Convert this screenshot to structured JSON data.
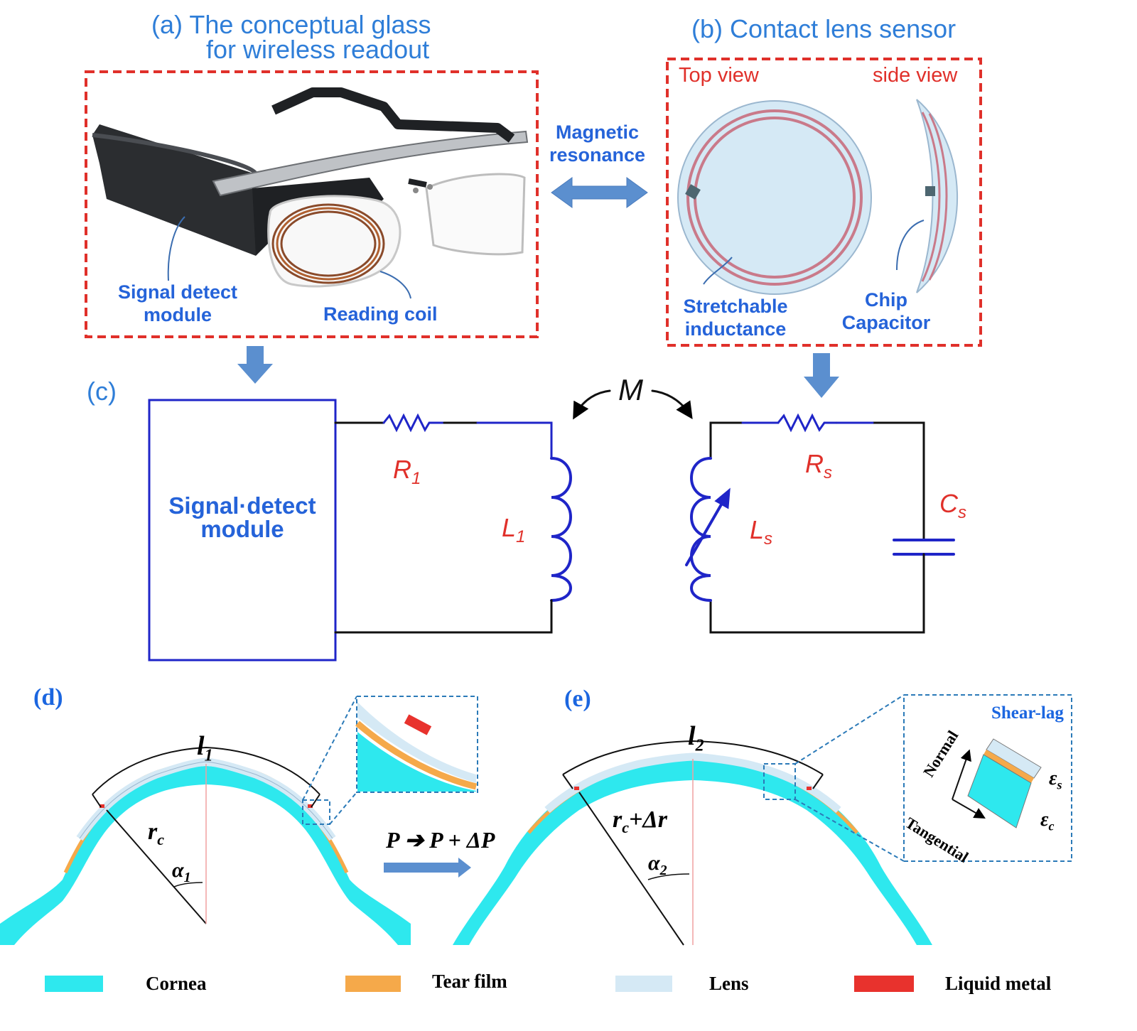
{
  "panel_a": {
    "title_line1": "(a) The conceptual glass",
    "title_line2": "for wireless readout",
    "label_signal_line1": "Signal detect",
    "label_signal_line2": "module",
    "label_coil": "Reading coil"
  },
  "coupling": {
    "line1": "Magnetic",
    "line2": "resonance"
  },
  "panel_b": {
    "title": "(b) Contact lens sensor",
    "top_view": "Top view",
    "side_view": "side view",
    "label_inductance_line1": "Stretchable",
    "label_inductance_line2": "inductance",
    "label_chip_line1": "Chip",
    "label_chip_line2": "Capacitor"
  },
  "panel_c": {
    "tag": "(c)",
    "module_line1": "Signal·detect",
    "module_line2": "module",
    "mutual": "M",
    "r1": "R",
    "r1_sub": "1",
    "l1": "L",
    "l1_sub": "1",
    "rs": "R",
    "rs_sub": "s",
    "ls": "L",
    "ls_sub": "s",
    "cs": "C",
    "cs_sub": "s"
  },
  "panel_d": {
    "tag": "(d)",
    "arc": "l",
    "arc_sub": "1",
    "radius": "r",
    "radius_sub": "c",
    "angle": "α",
    "angle_sub": "1"
  },
  "transition": {
    "text": "P ➔ P + ΔP"
  },
  "panel_e": {
    "tag": "(e)",
    "arc": "l",
    "arc_sub": "2",
    "radius": "r",
    "radius_sub": "c",
    "radius_suffix": "+Δr",
    "angle": "α",
    "angle_sub": "2",
    "inset_title": "Shear-lag",
    "normal": "Normal",
    "tangential": "Tangential",
    "eps": "ε",
    "eps_s": "s",
    "eps_c": "c"
  },
  "legend": [
    {
      "label": "Cornea",
      "color": "#2ee8ee"
    },
    {
      "label": "Tear film",
      "color": "#f5a94a"
    },
    {
      "label": "Lens",
      "color": "#d5e9f5"
    },
    {
      "label": "Liquid metal",
      "color": "#e8322d"
    }
  ],
  "colors": {
    "box_red": "#e0302a",
    "circuit_blue": "#1f25c8",
    "arrow_blue": "#5b8fcf",
    "inset_blue": "#2b7ab8"
  }
}
